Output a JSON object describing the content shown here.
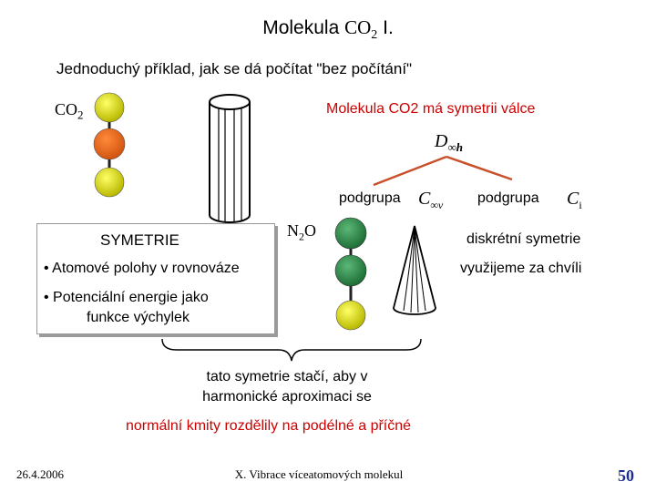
{
  "slide": {
    "title_prefix": "Molekula ",
    "title_formula": "CO",
    "title_formula_sub": "2",
    "title_suffix": " I.",
    "subtitle": "Jednoduchý příklad, jak se dá počítat \"bez počítání\"",
    "co2_label": "CO",
    "co2_label_sub": "2",
    "cylinder_text": "Molekula CO2 má symetrii válce",
    "group_D_main": "D",
    "group_D_sub": "∞h",
    "left_subgroup_label": "podgrupa",
    "left_subgroup_main": "C",
    "left_subgroup_sub": "∞v",
    "right_subgroup_label": "podgrupa",
    "right_subgroup_main": "C",
    "right_subgroup_sub": "i",
    "n2o_label": "N",
    "n2o_sub": "2",
    "n2o_tail": "O",
    "discrete_symmetry": "diskrétní symetrie",
    "use_later": "využijeme za chvíli",
    "symmetry_box": {
      "title": "SYMETRIE",
      "bullet1": "• Atomové polohy v rovnováze",
      "bullet2_line1": "• Potenciální energie jako",
      "bullet2_line2": "funkce výchylek"
    },
    "conclusion_line1": "tato symetrie stačí, aby v",
    "conclusion_line2": "harmonické aproximaci se",
    "conclusion_red": "normální kmity rozdělily na podélné a příčné",
    "footer_date": "26.4.2006",
    "footer_course": "X. Vibrace víceatomových molekul",
    "page_number": "50"
  },
  "colors": {
    "accent_red": "#cc0000",
    "atom_yellow": "#d4d400",
    "atom_orange": "#e8661a",
    "atom_green": "#2f8a4a",
    "branch_line": "#c8502a",
    "page_number": "#1f2f8f"
  }
}
